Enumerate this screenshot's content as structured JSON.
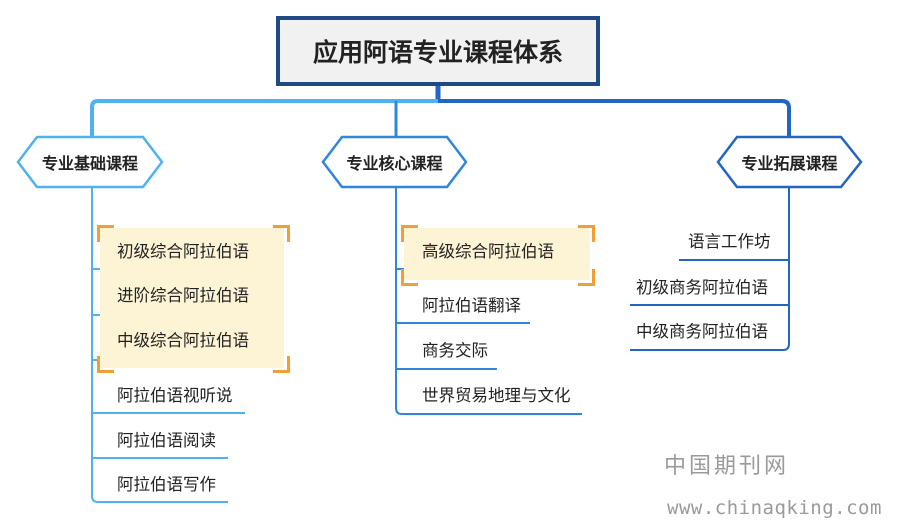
{
  "title": "应用阿语专业课程体系",
  "categories": [
    {
      "label": "专业基础课程",
      "items": [
        "初级综合阿拉伯语",
        "进阶综合阿拉伯语",
        "中级综合阿拉伯语",
        "阿拉伯语视听说",
        "阿拉伯语阅读",
        "阿拉伯语写作"
      ]
    },
    {
      "label": "专业核心课程",
      "items": [
        "高级综合阿拉伯语",
        "阿拉伯语翻译",
        "商务交际",
        "世界贸易地理与文化"
      ]
    },
    {
      "label": "专业拓展课程",
      "items": [
        "语言工作坊",
        "初级商务阿拉伯语",
        "中级商务阿拉伯语"
      ]
    }
  ],
  "watermark": {
    "name": "中国期刊网",
    "url": "www.chinaqking.com"
  },
  "colors": {
    "title_border": "#1f4a86",
    "branch_light": "#4db3f0",
    "branch_mid": "#2f86dc",
    "branch_dark": "#2266c4",
    "highlight_bg": "#fdf4d6",
    "bracket": "#f0a030"
  }
}
